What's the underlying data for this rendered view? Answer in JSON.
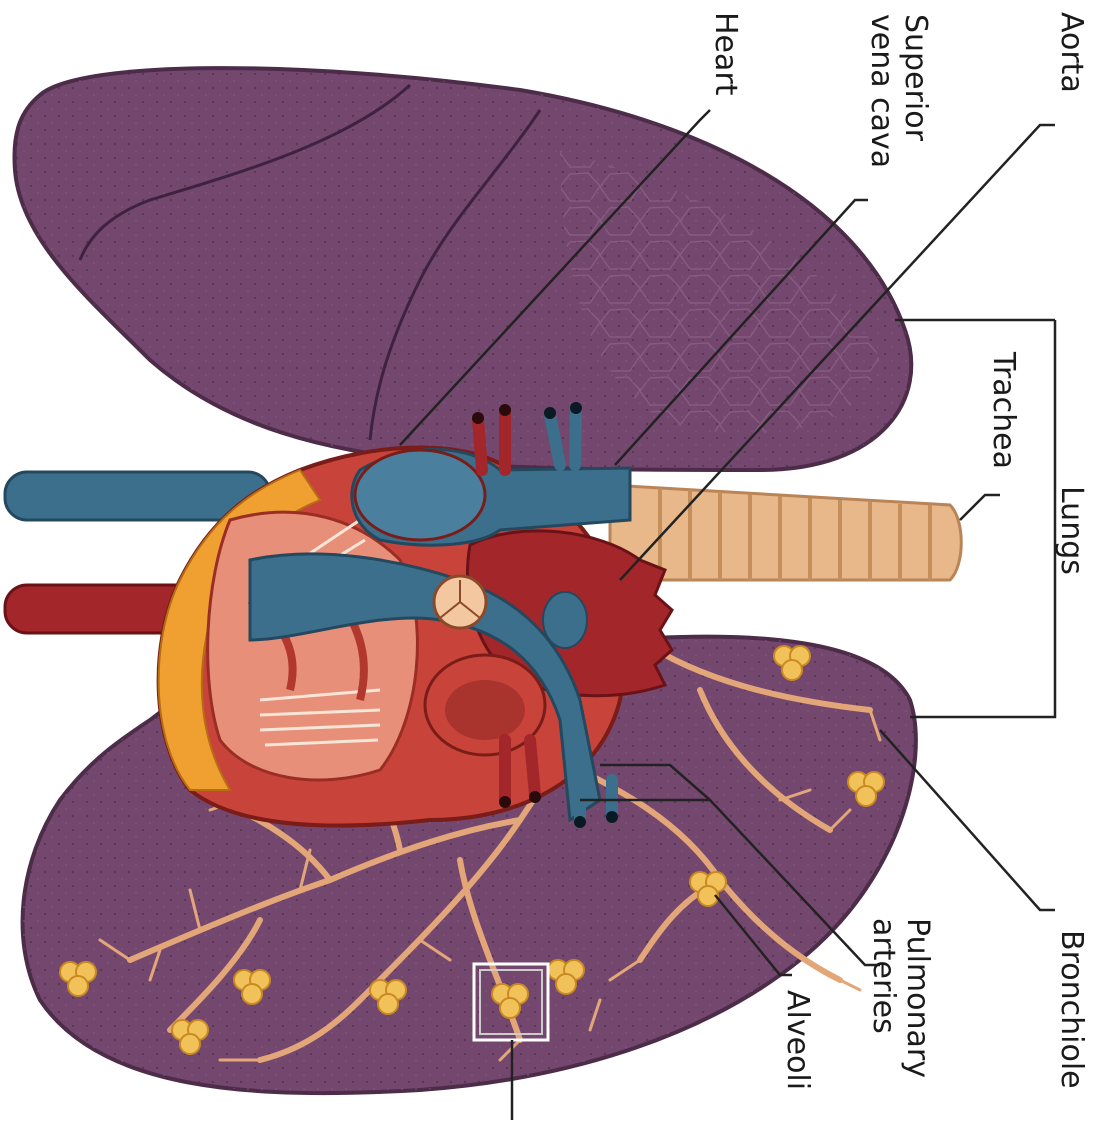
{
  "diagram": {
    "labels": {
      "aorta": "Aorta",
      "superior_vena_cava": [
        "Superior",
        "vena cava"
      ],
      "heart": "Heart",
      "trachea": "Trachea",
      "lungs": "Lungs",
      "bronchiole": "Bronchiole",
      "pulmonary_arteries": [
        "Pulmonary",
        "arteries"
      ],
      "alveoli": "Alveoli"
    },
    "colors": {
      "lung": "#74486e",
      "lung_dark": "#5a3456",
      "vein_blue": "#3b6f8c",
      "artery_red": "#a3262b",
      "heart_red": "#c8443a",
      "heart_light": "#e88f7a",
      "fat_orange": "#f0a030",
      "trachea": "#e8b88a",
      "bronchi": "#e3a679",
      "alveoli": "#f2c25a"
    }
  }
}
